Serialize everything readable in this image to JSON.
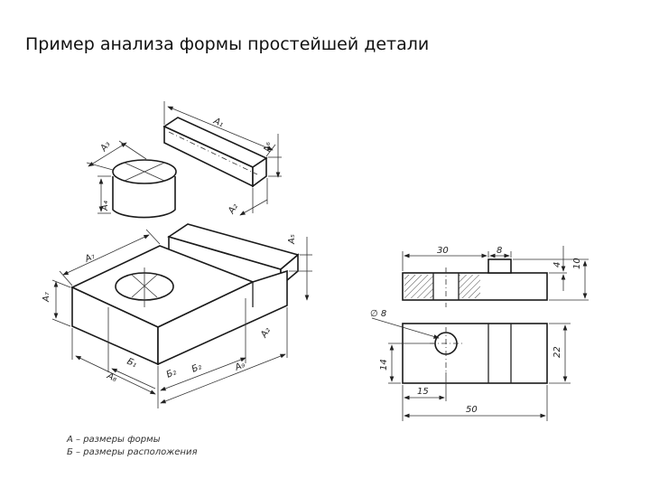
{
  "title": "Пример анализа формы простейшей детали",
  "iso": {
    "prism_length": "А₁",
    "prism_side": "А₆",
    "prism_side2": "А₂",
    "cyl_diam": "А₃",
    "cyl_height": "А₄",
    "slot_height": "А₅",
    "base_top": "А₇",
    "base_height": "А₇",
    "dims_b1": "Б₁",
    "dims_b2": "Б₂",
    "dims_a": "А₈",
    "dims_a2": "А₉"
  },
  "legend": {
    "line_a": "А – размеры формы",
    "line_b": "Б – размеры расположения"
  },
  "ortho": {
    "dim_30": "30",
    "dim_8": "8",
    "dim_4": "4",
    "dim_10": "10",
    "dim_diam": "∅ 8",
    "dim_14": "14",
    "dim_22": "22",
    "dim_15": "15",
    "dim_50": "50"
  }
}
